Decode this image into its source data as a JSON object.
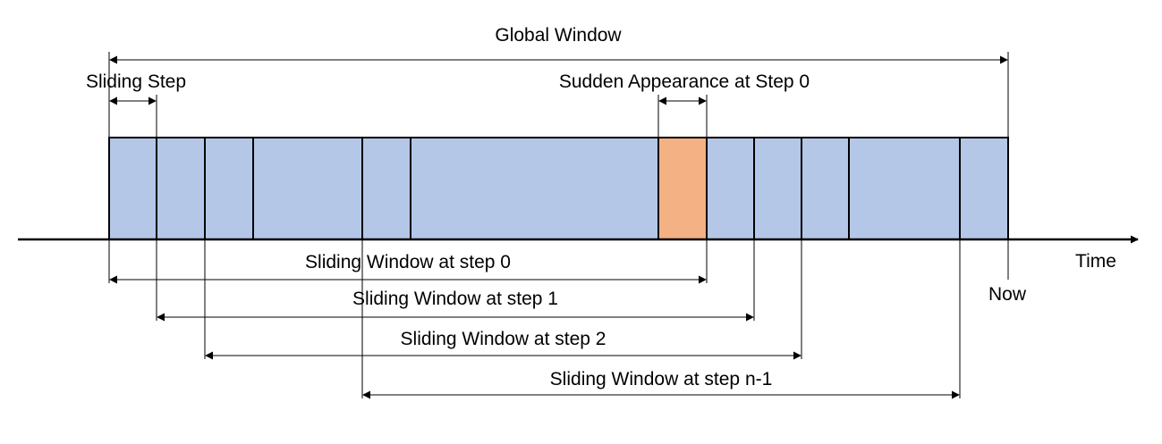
{
  "labels": {
    "global_window": "Global Window",
    "sliding_step": "Sliding Step",
    "sudden_appearance": "Sudden Appearance at Step 0",
    "time_axis": "Time",
    "now": "Now"
  },
  "windows": [
    {
      "label": "Sliding Window at step 0"
    },
    {
      "label": "Sliding Window at step 1"
    },
    {
      "label": "Sliding Window at step 2"
    },
    {
      "label": "Sliding Window at step n-1"
    }
  ],
  "colors": {
    "segment_fill": "#b4c7e7",
    "highlight_fill": "#f4b183",
    "stroke": "#000000"
  },
  "highlight_segment": 6
}
